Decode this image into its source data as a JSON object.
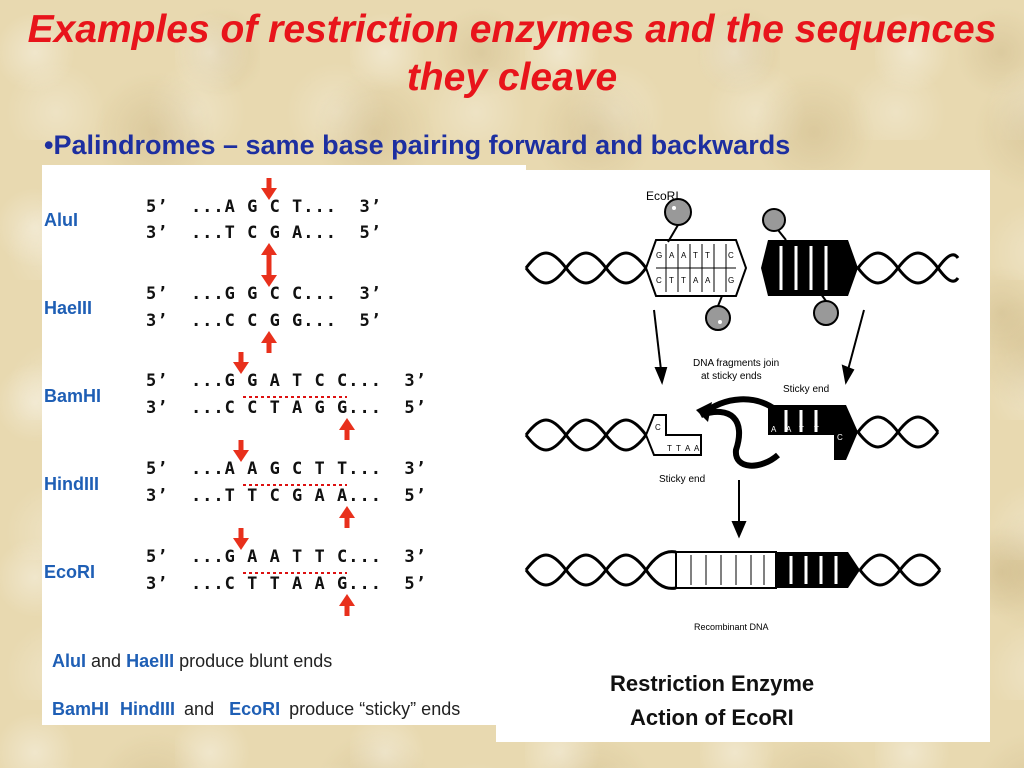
{
  "title": "Examples of restriction enzymes and the sequences they cleave",
  "subtitle": "•Palindromes – same base pairing forward and backwards",
  "enzymes": [
    {
      "name": "AluI",
      "top": "5’  ...A G C T...  3’",
      "bottom": "3’  ...T C G A...  5’"
    },
    {
      "name": "HaeIII",
      "top": "5’  ...G G C C...  3’",
      "bottom": "3’  ...C C G G...  5’"
    },
    {
      "name": "BamHI",
      "top": "5’  ...G G A T C C...  3’",
      "bottom": "3’  ...C C T A G G...  5’"
    },
    {
      "name": "HindIII",
      "top": "5’  ...A A G C T T...  3’",
      "bottom": "3’  ...T T C G A A...  5’"
    },
    {
      "name": "EcoRI",
      "top": "5’  ...G A A T T C...  3’",
      "bottom": "3’  ...C T T A A G...  5’"
    }
  ],
  "legend": {
    "line1": {
      "enz1": "AluI",
      "and": "and",
      "enz2": "HaeIII",
      "text": "produce blunt ends"
    },
    "line2": {
      "enz1": "BamHI",
      "enz2": "HindIII",
      "and": "and",
      "enz3": "EcoRI",
      "text": "produce “sticky” ends"
    }
  },
  "diagram": {
    "enzyme_label": "EcoRI",
    "join_label_1": "DNA fragments join",
    "join_label_2": "at sticky ends",
    "sticky_end_right": "Sticky end",
    "sticky_end_left": "Sticky end",
    "recombinant_label": "Recombinant DNA",
    "bases_top": [
      "G",
      "A",
      "A",
      "T",
      "T",
      "C"
    ],
    "bases_bottom": [
      "C",
      "T",
      "T",
      "A",
      "A",
      "G"
    ],
    "frag_left_bases": [
      "C",
      "T",
      "T",
      "A",
      "A"
    ],
    "frag_right_bases": [
      "A",
      "A",
      "T",
      "T",
      "C"
    ]
  },
  "caption": {
    "line1": "Restriction Enzyme",
    "line2": "Action of EcoRI"
  },
  "colors": {
    "title": "#e8141b",
    "subtitle": "#1d2fa0",
    "enzyme": "#1f5fb5",
    "cut_arrow": "#e8301c"
  }
}
